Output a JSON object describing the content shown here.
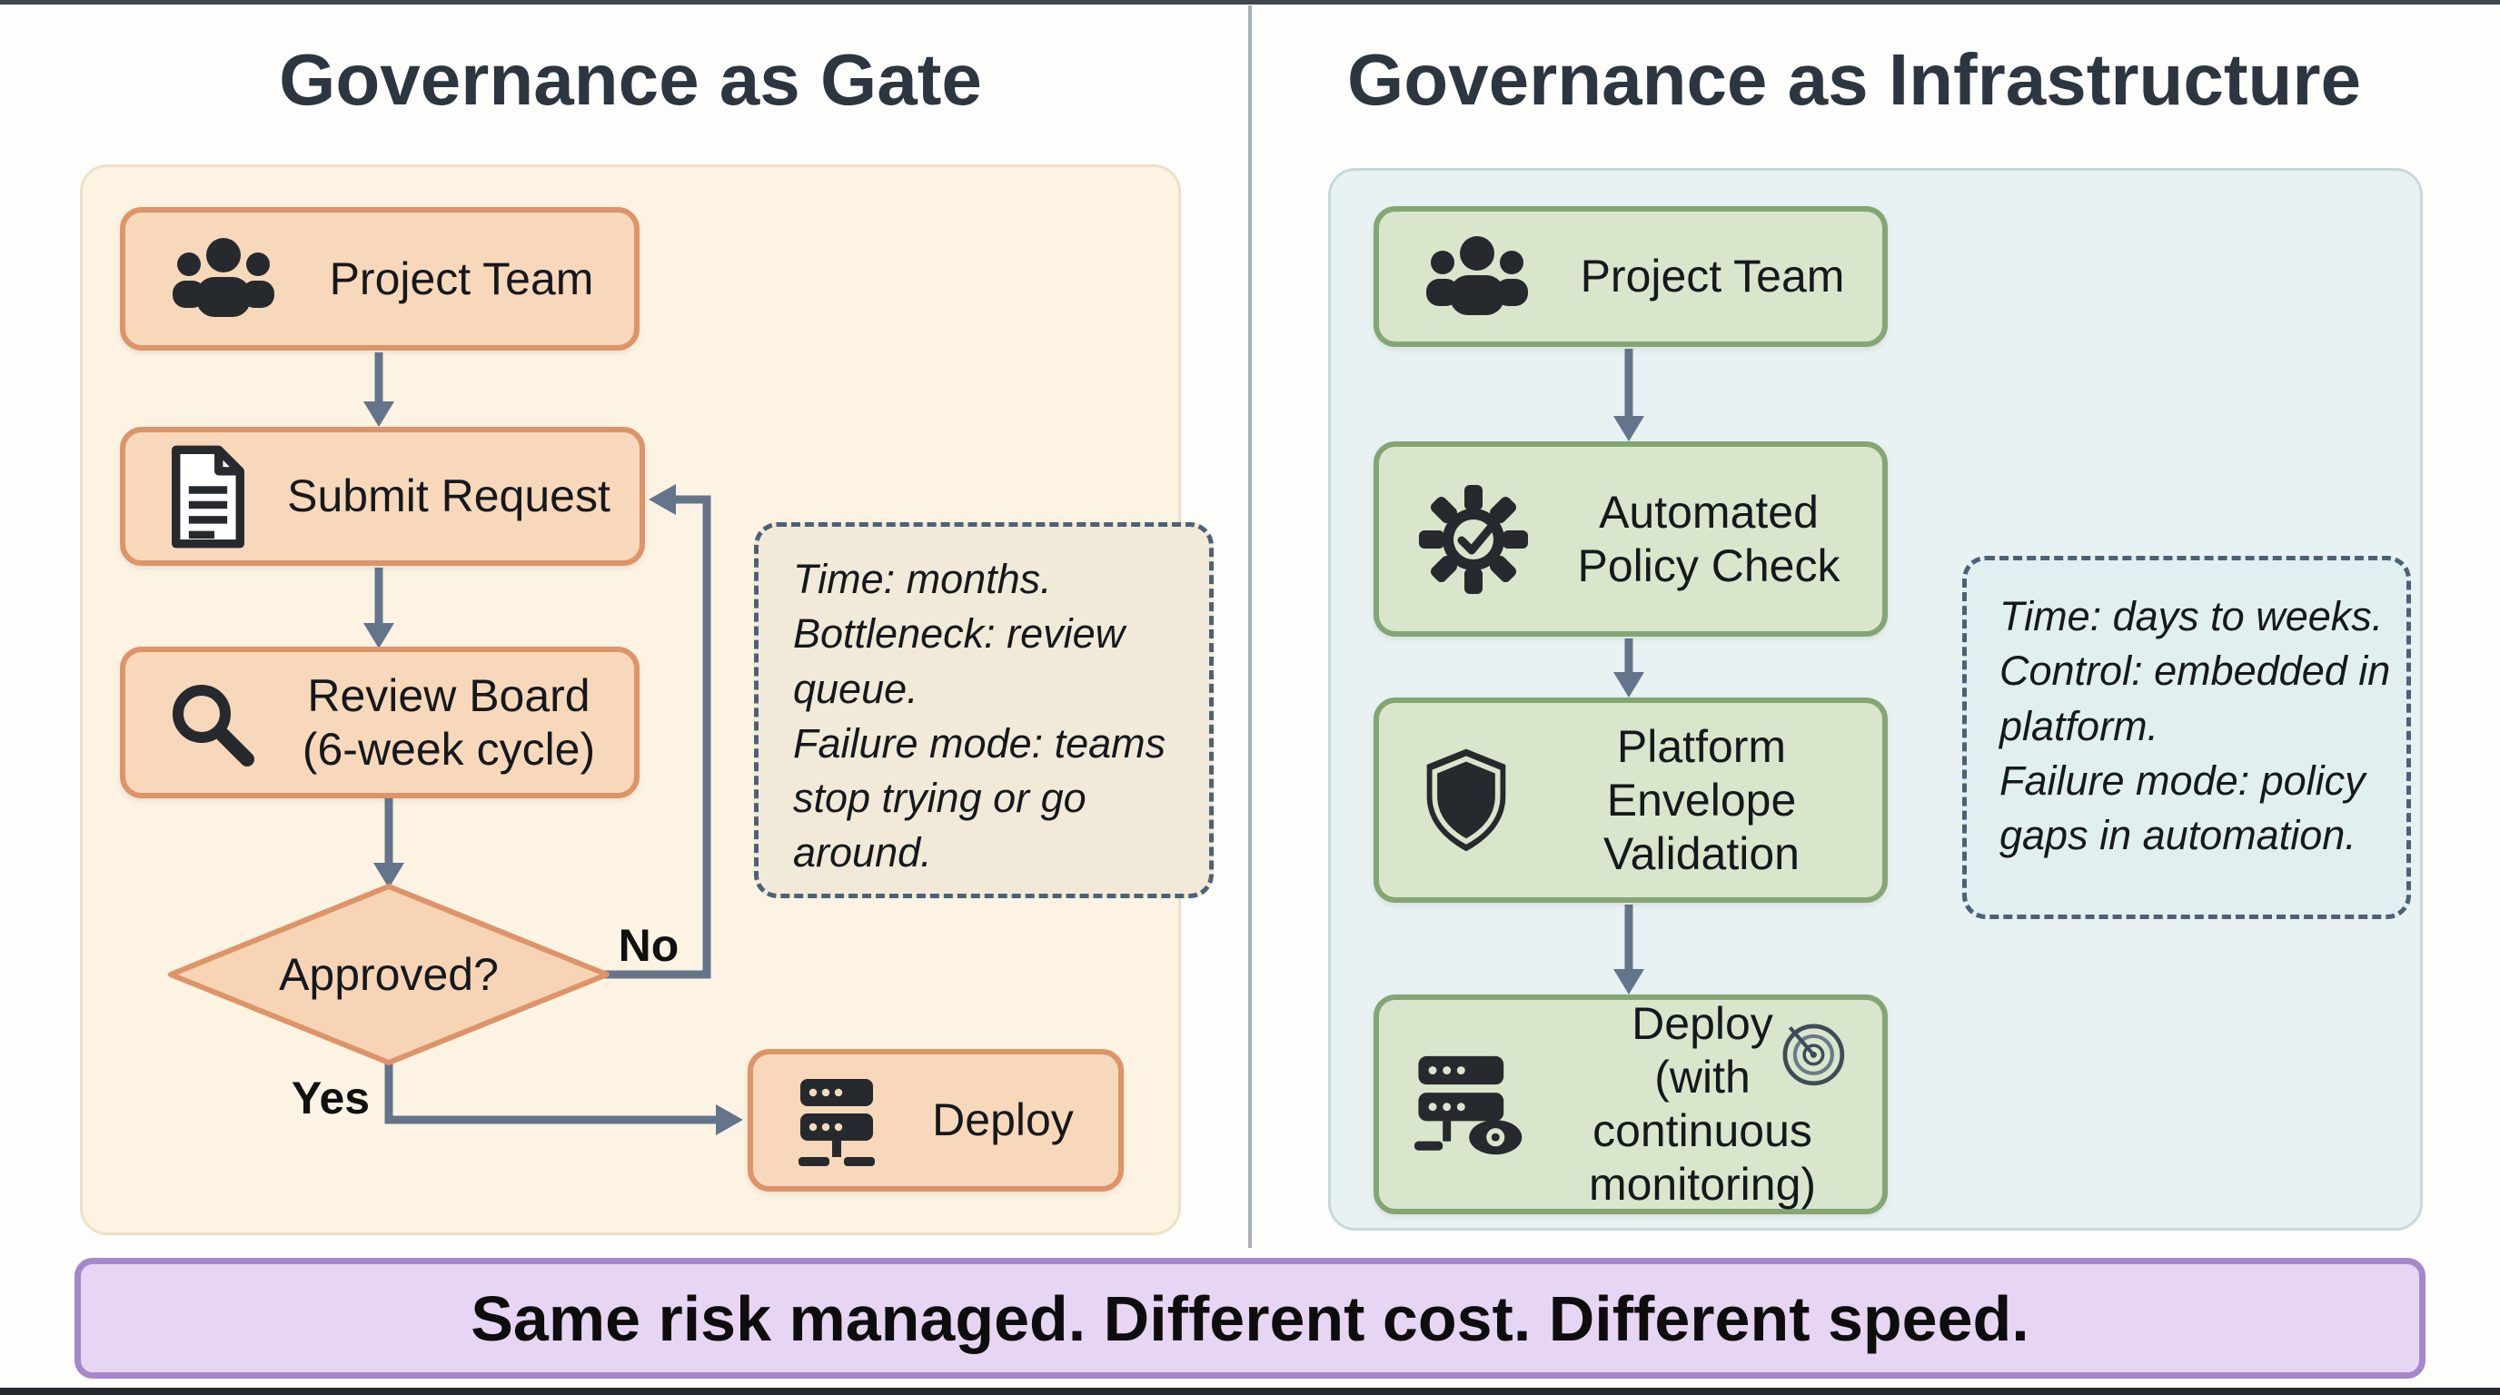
{
  "left": {
    "title": "Governance as Gate",
    "nodes": {
      "project_team": "Project Team",
      "submit_request": "Submit Request",
      "review_board": "Review Board\n(6-week cycle)",
      "decision": "Approved?",
      "deploy": "Deploy"
    },
    "edges": {
      "no": "No",
      "yes": "Yes"
    },
    "note": "Time: months.\nBottleneck: review queue.\nFailure mode: teams stop trying or go around."
  },
  "right": {
    "title": "Governance as Infrastructure",
    "nodes": {
      "project_team": "Project Team",
      "automated_policy_check": "Automated\nPolicy Check",
      "platform_envelope_validation": "Platform\nEnvelope\nValidation",
      "deploy_line1": "Deploy",
      "deploy_line2": "(with continuous\nmonitoring)"
    },
    "note": "Time: days to weeks.\nControl: embedded in platform.\nFailure mode: policy gaps in automation."
  },
  "banner": "Same risk managed. Different cost. Different speed.",
  "icons": {
    "left_project_team": "team-icon",
    "left_submit_request": "document-icon",
    "left_review_board": "magnifier-icon",
    "left_deploy": "server-icon",
    "right_project_team": "team-icon",
    "right_automated_policy_check": "gear-check-icon",
    "right_platform_envelope_validation": "shield-icon",
    "right_deploy": "server-monitor-icon",
    "right_deploy_badge": "target-icon"
  },
  "colors": {
    "left_panel_fill": "#fcf3e3",
    "left_box_fill": "#f8d8ba",
    "left_box_border": "#dc9468",
    "right_panel_fill": "#e8f2f3",
    "right_box_fill": "#d9e6cc",
    "right_box_border": "#84a674",
    "note_border": "#4d6175",
    "arrow": "#64748b",
    "banner_fill": "#e7d6f3",
    "banner_border": "#a687c9",
    "title_text": "#2c3640"
  }
}
